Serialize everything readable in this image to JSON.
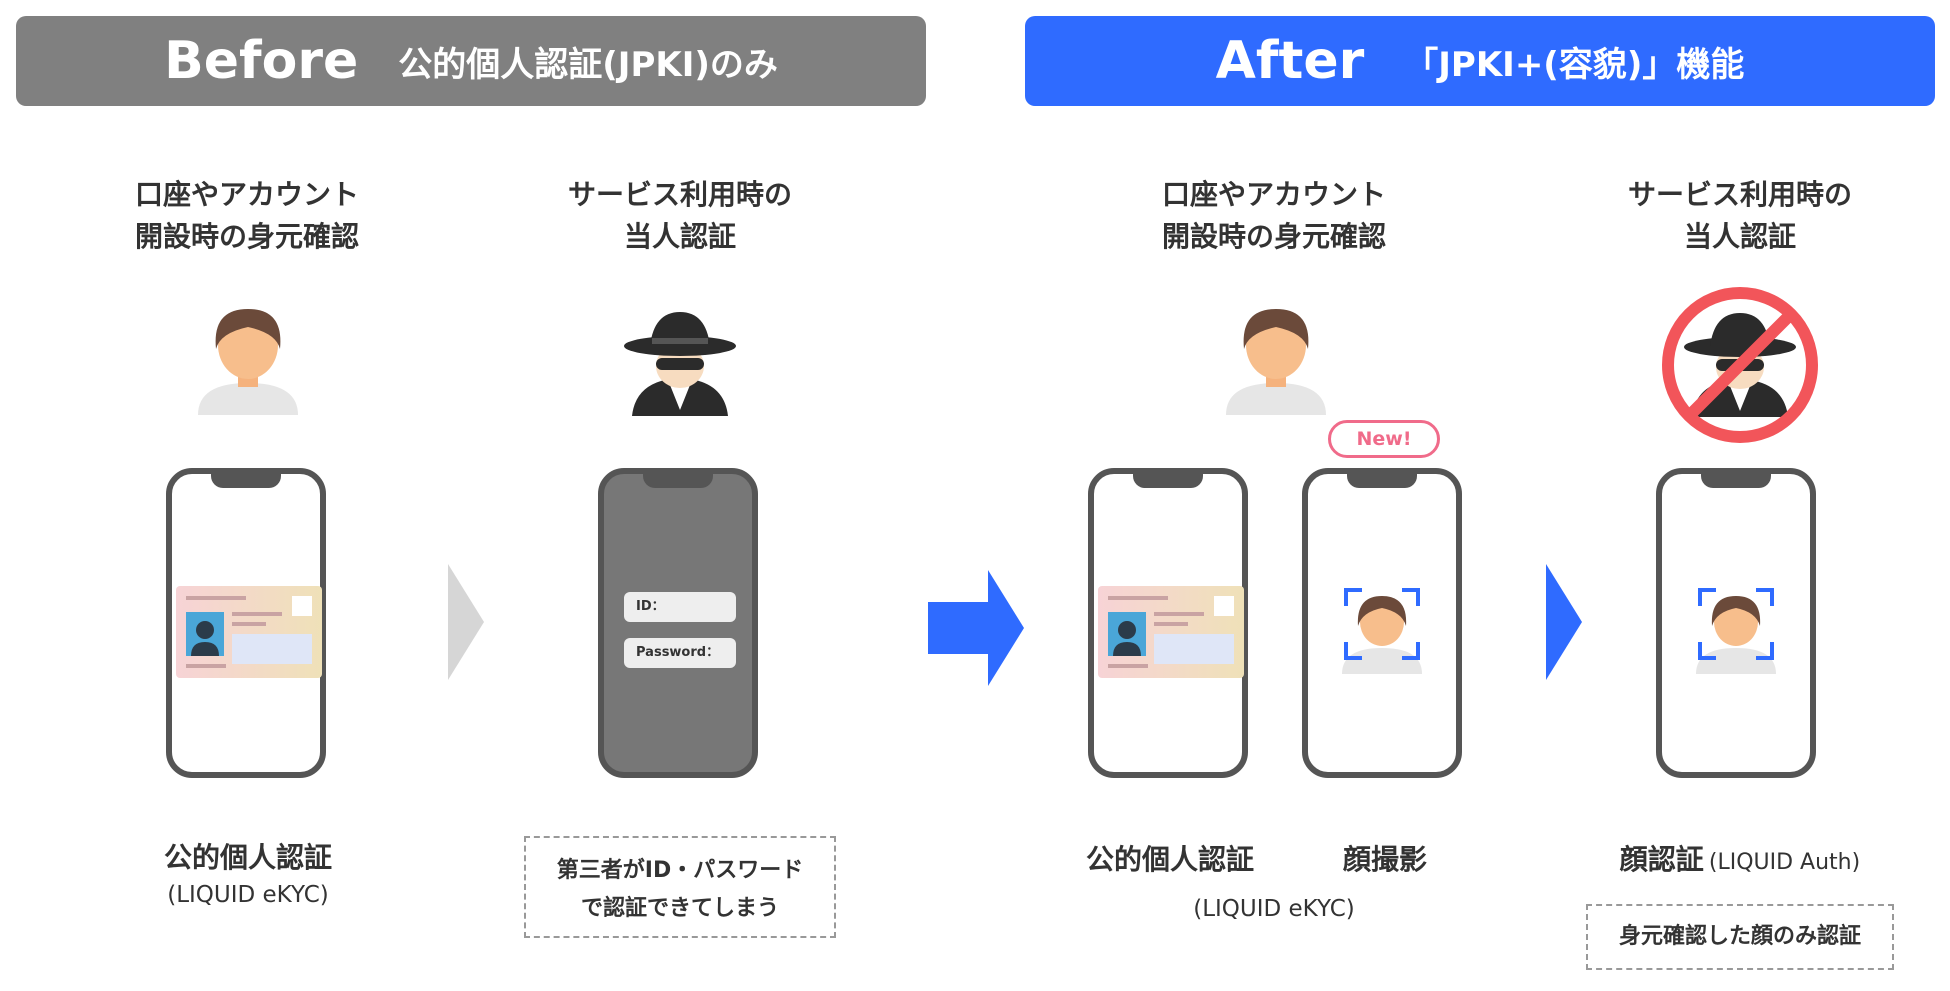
{
  "colors": {
    "before": "#808080",
    "after": "#2f6bff",
    "accent_pink": "#f06b8a",
    "prohibit_red": "#f2555a"
  },
  "before": {
    "title": "Before",
    "subtitle": "公的個人認証(JPKI)のみ",
    "step1": {
      "title_line1": "口座やアカウント",
      "title_line2": "開設時の身元確認",
      "label": "公的個人認証",
      "sublabel": "(LIQUID eKYC)"
    },
    "step2": {
      "title_line1": "サービス利用時の",
      "title_line2": "当人認証",
      "id_field": "ID：",
      "password_field": "Password：",
      "note_line1": "第三者がID・パスワード",
      "note_line2": "で認証できてしまう"
    }
  },
  "after": {
    "title": "After",
    "subtitle": "「JPKI+(容貌)」機能",
    "step1": {
      "title_line1": "口座やアカウント",
      "title_line2": "開設時の身元確認",
      "label_left": "公的個人認証",
      "label_right": "顔撮影",
      "sublabel": "(LIQUID eKYC)",
      "badge": "New!"
    },
    "step2": {
      "title_line1": "サービス利用時の",
      "title_line2": "当人認証",
      "label": "顔認証",
      "label_suffix": "(LIQUID Auth)",
      "note": "身元確認した顔のみ認証"
    }
  },
  "icons": [
    "person-icon",
    "spy-icon",
    "id-card-icon",
    "face-scan-icon",
    "prohibited-icon",
    "arrow-right-icon"
  ]
}
